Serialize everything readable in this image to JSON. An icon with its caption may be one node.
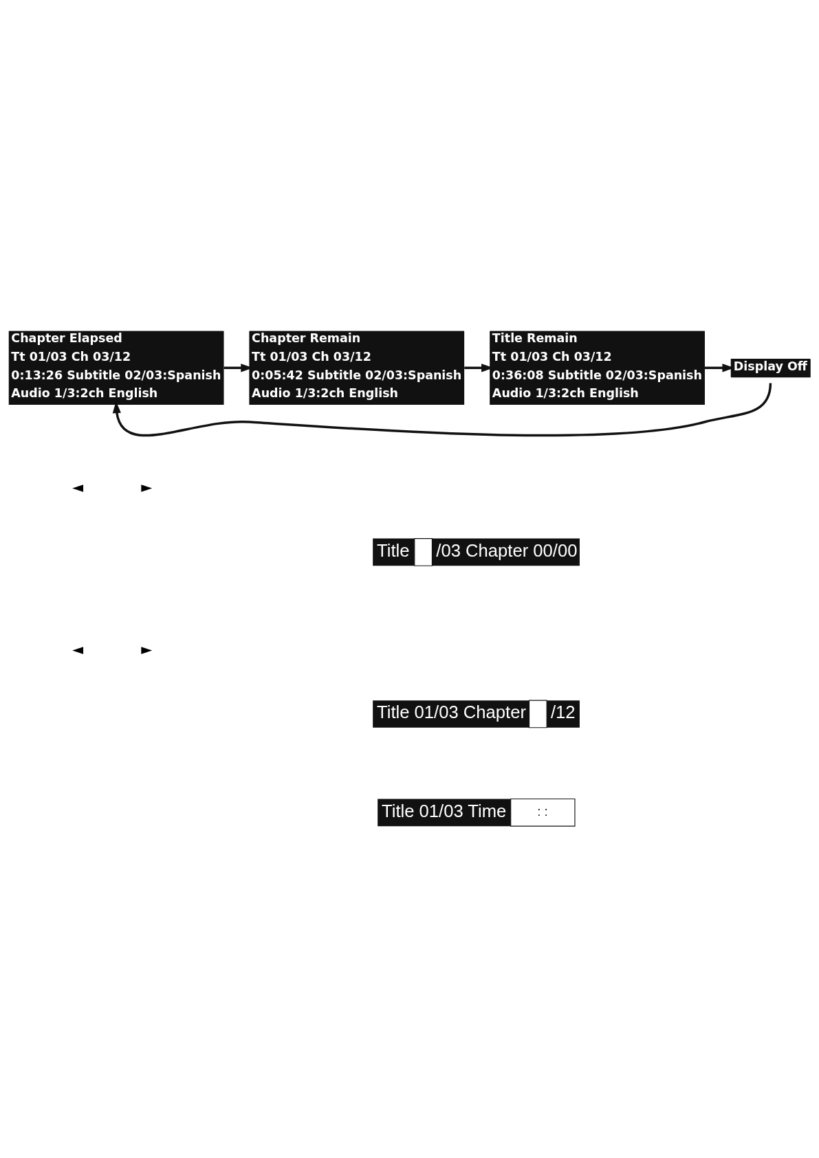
{
  "diagram": {
    "nodes": [
      {
        "text": [
          "Chapter Elapsed",
          "Tt 01/03 Ch 03/12",
          "0:13:26 Subtitle 02/03:Spanish",
          "Audio 1/3:2ch English"
        ]
      },
      {
        "text": [
          "Chapter Remain",
          "Tt 01/03 Ch 03/12",
          "0:05:42 Subtitle 02/03:Spanish",
          "Audio 1/3:2ch English"
        ]
      },
      {
        "text": [
          "Title Remain",
          "Tt 01/03 Ch 03/12",
          "0:36:08 Subtitle 02/03:Spanish",
          "Audio 1/3:2ch English"
        ]
      },
      {
        "text": [
          "Display Off"
        ]
      },
      {
        "text": [
          "Title",
          "/03 Chapter 00/00"
        ]
      },
      {
        "text": [
          "Title 01/03 Chapter",
          "/12"
        ]
      },
      {
        "text": [
          "Title 01/03 Time",
          ": :"
        ]
      }
    ],
    "edges": [
      {
        "from": 0,
        "to": 1,
        "arrow": "to"
      },
      {
        "from": 1,
        "to": 2,
        "arrow": "to"
      },
      {
        "from": 2,
        "to": 3,
        "arrow": "to"
      },
      {
        "from": 3,
        "to": 0,
        "arrow": "to"
      }
    ],
    "labels": [
      "◄",
      "►",
      "◄",
      "►"
    ]
  }
}
